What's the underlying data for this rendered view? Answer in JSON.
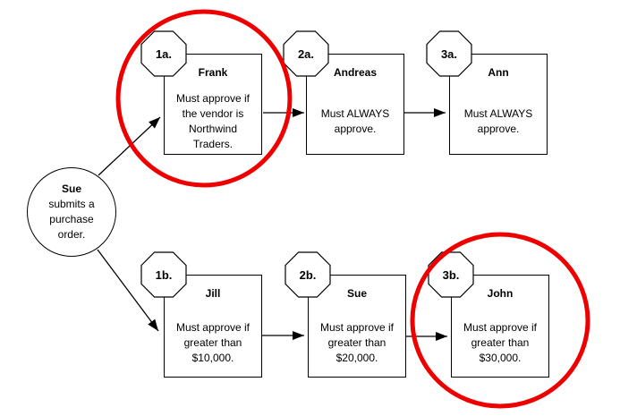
{
  "start": {
    "name": "Sue",
    "detail": "submits a\npurchase\norder."
  },
  "branch_a": {
    "steps": [
      {
        "badge": "1a.",
        "name": "Frank",
        "desc": "Must approve if\nthe vendor is\nNorthwind\nTraders.",
        "highlighted": true
      },
      {
        "badge": "2a.",
        "name": "Andreas",
        "desc": "Must ALWAYS\napprove.",
        "highlighted": false
      },
      {
        "badge": "3a.",
        "name": "Ann",
        "desc": "Must ALWAYS\napprove.",
        "highlighted": false
      }
    ]
  },
  "branch_b": {
    "steps": [
      {
        "badge": "1b.",
        "name": "Jill",
        "desc": "Must approve if\ngreater than\n$10,000.",
        "highlighted": false
      },
      {
        "badge": "2b.",
        "name": "Sue",
        "desc": "Must approve if\ngreater than\n$20,000.",
        "highlighted": false
      },
      {
        "badge": "3b.",
        "name": "John",
        "desc": "Must approve if\ngreater than\n$30,000.",
        "highlighted": true
      }
    ]
  },
  "colors": {
    "highlight": "#ee0000",
    "line": "#000000",
    "background": "#ffffff"
  }
}
